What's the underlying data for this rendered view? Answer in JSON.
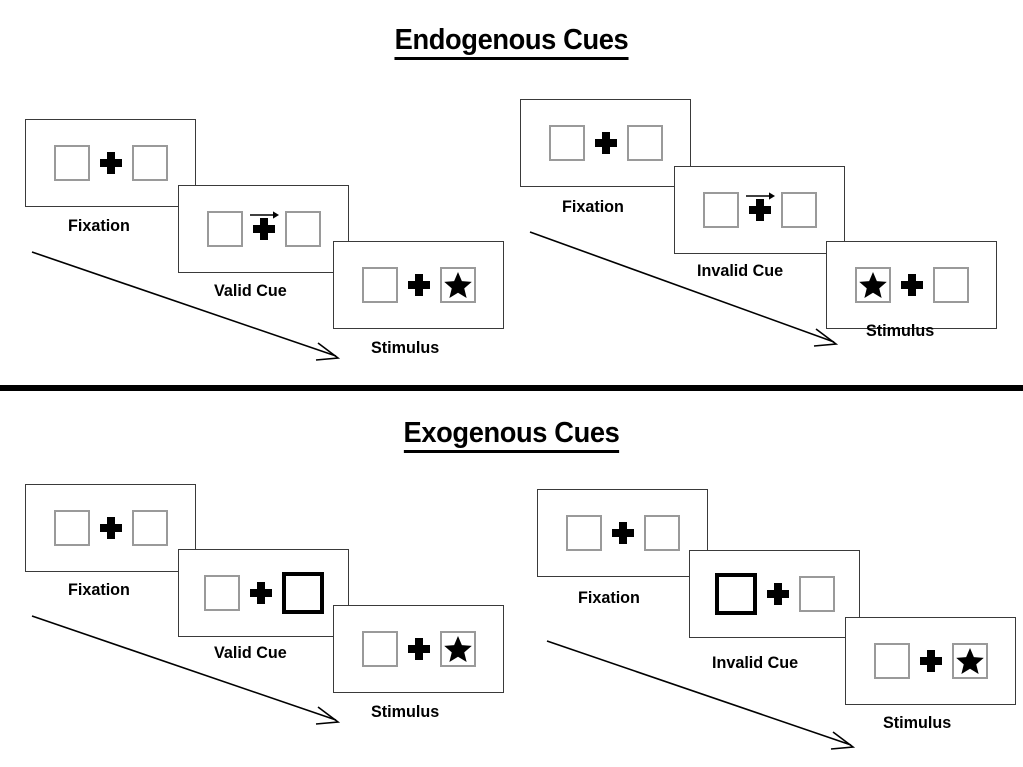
{
  "document": {
    "type": "psychology-experiment-diagram",
    "description": "Posner cueing paradigm trial sequences for endogenous and exogenous attentional cues"
  },
  "sections": [
    {
      "id": "endogenous",
      "title": "Endogenous Cues",
      "conditions": [
        {
          "id": "endogenous-valid",
          "cue_type": "central-arrow",
          "frames": [
            {
              "caption": "Fixation",
              "left_box": "empty",
              "right_box": "empty",
              "center": "fixation-plus",
              "cue": "none"
            },
            {
              "caption": "Valid Cue",
              "left_box": "empty",
              "right_box": "empty",
              "center": "fixation-plus",
              "cue": "arrow-right"
            },
            {
              "caption": "Stimulus",
              "left_box": "empty",
              "right_box": "star",
              "center": "fixation-plus",
              "cue": "none"
            }
          ]
        },
        {
          "id": "endogenous-invalid",
          "cue_type": "central-arrow",
          "frames": [
            {
              "caption": "Fixation",
              "left_box": "empty",
              "right_box": "empty",
              "center": "fixation-plus",
              "cue": "none"
            },
            {
              "caption": "Invalid Cue",
              "left_box": "empty",
              "right_box": "empty",
              "center": "fixation-plus",
              "cue": "arrow-right"
            },
            {
              "caption": "Stimulus",
              "left_box": "star",
              "right_box": "empty",
              "center": "fixation-plus",
              "cue": "none"
            }
          ]
        }
      ]
    },
    {
      "id": "exogenous",
      "title": "Exogenous Cues",
      "conditions": [
        {
          "id": "exogenous-valid",
          "cue_type": "peripheral-box-flash",
          "frames": [
            {
              "caption": "Fixation",
              "left_box": "empty",
              "right_box": "empty",
              "center": "fixation-plus",
              "cue": "none"
            },
            {
              "caption": "Valid Cue",
              "left_box": "empty",
              "right_box": "highlighted",
              "center": "fixation-plus",
              "cue": "none"
            },
            {
              "caption": "Stimulus",
              "left_box": "empty",
              "right_box": "star",
              "center": "fixation-plus",
              "cue": "none"
            }
          ]
        },
        {
          "id": "exogenous-invalid",
          "cue_type": "peripheral-box-flash",
          "frames": [
            {
              "caption": "Fixation",
              "left_box": "empty",
              "right_box": "empty",
              "center": "fixation-plus",
              "cue": "none"
            },
            {
              "caption": "Invalid Cue",
              "left_box": "highlighted",
              "right_box": "empty",
              "center": "fixation-plus",
              "cue": "none"
            },
            {
              "caption": "Stimulus",
              "left_box": "empty",
              "right_box": "star",
              "center": "fixation-plus",
              "cue": "none"
            }
          ]
        }
      ]
    }
  ],
  "colors": {
    "background": "#ffffff",
    "frame_border": "#3a3a3a",
    "box_border": "#9a9a9a",
    "cued_box_border": "#000000",
    "ink": "#000000",
    "divider": "#000000"
  },
  "icons": {
    "fixation_plus": "plus-icon",
    "arrow_cue": "arrow-right-icon",
    "target": "star-icon",
    "time_flow": "time-arrow-icon"
  }
}
